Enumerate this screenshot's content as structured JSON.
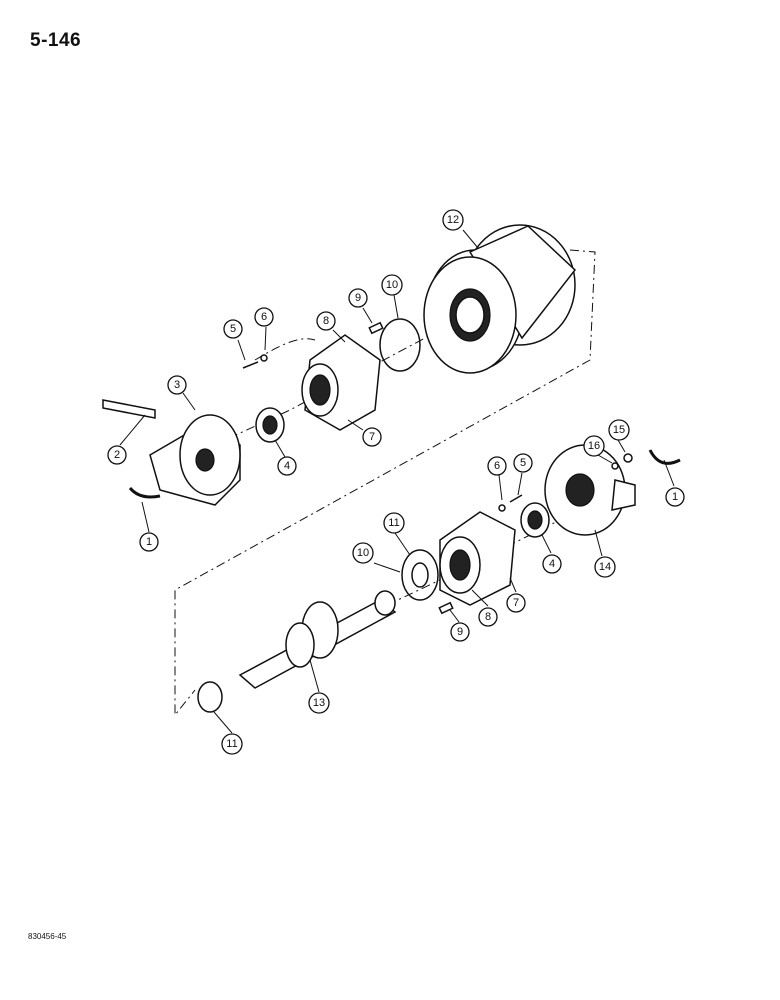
{
  "page": {
    "number": "5-146",
    "figure_code": "830456-45"
  },
  "callouts": [
    {
      "id": "c12",
      "label": "12"
    },
    {
      "id": "c9a",
      "label": "9"
    },
    {
      "id": "c10a",
      "label": "10"
    },
    {
      "id": "c5a",
      "label": "5"
    },
    {
      "id": "c6a",
      "label": "6"
    },
    {
      "id": "c8a",
      "label": "8"
    },
    {
      "id": "c3",
      "label": "3"
    },
    {
      "id": "c2",
      "label": "2"
    },
    {
      "id": "c4a",
      "label": "4"
    },
    {
      "id": "c7a",
      "label": "7"
    },
    {
      "id": "c1a",
      "label": "1"
    },
    {
      "id": "c6b",
      "label": "6"
    },
    {
      "id": "c5b",
      "label": "5"
    },
    {
      "id": "c16",
      "label": "16"
    },
    {
      "id": "c15",
      "label": "15"
    },
    {
      "id": "c1b",
      "label": "1"
    },
    {
      "id": "c11a",
      "label": "11"
    },
    {
      "id": "c10b",
      "label": "10"
    },
    {
      "id": "c4b",
      "label": "4"
    },
    {
      "id": "c14",
      "label": "14"
    },
    {
      "id": "c7b",
      "label": "7"
    },
    {
      "id": "c8b",
      "label": "8"
    },
    {
      "id": "c9b",
      "label": "9"
    },
    {
      "id": "c13",
      "label": "13"
    },
    {
      "id": "c11b",
      "label": "11"
    }
  ]
}
